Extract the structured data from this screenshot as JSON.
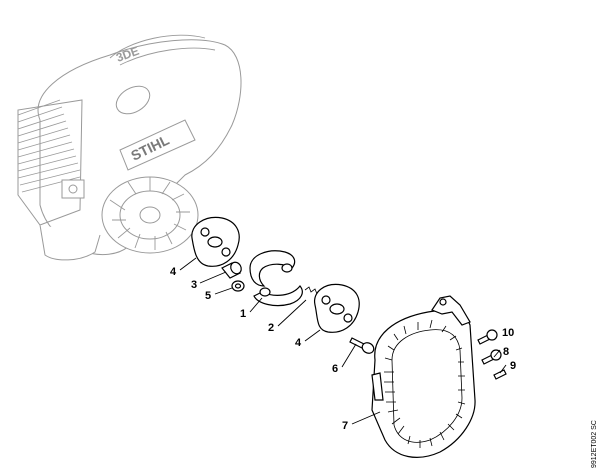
{
  "brand": "STIHL",
  "engine_mark": "3DE",
  "drawing_code": "9912ET002 SC",
  "callouts": {
    "c1": "1",
    "c2": "2",
    "c3": "3",
    "c4a": "4",
    "c4b": "4",
    "c5": "5",
    "c6": "6",
    "c7": "7",
    "c8": "8",
    "c9": "9",
    "c10": "10"
  }
}
